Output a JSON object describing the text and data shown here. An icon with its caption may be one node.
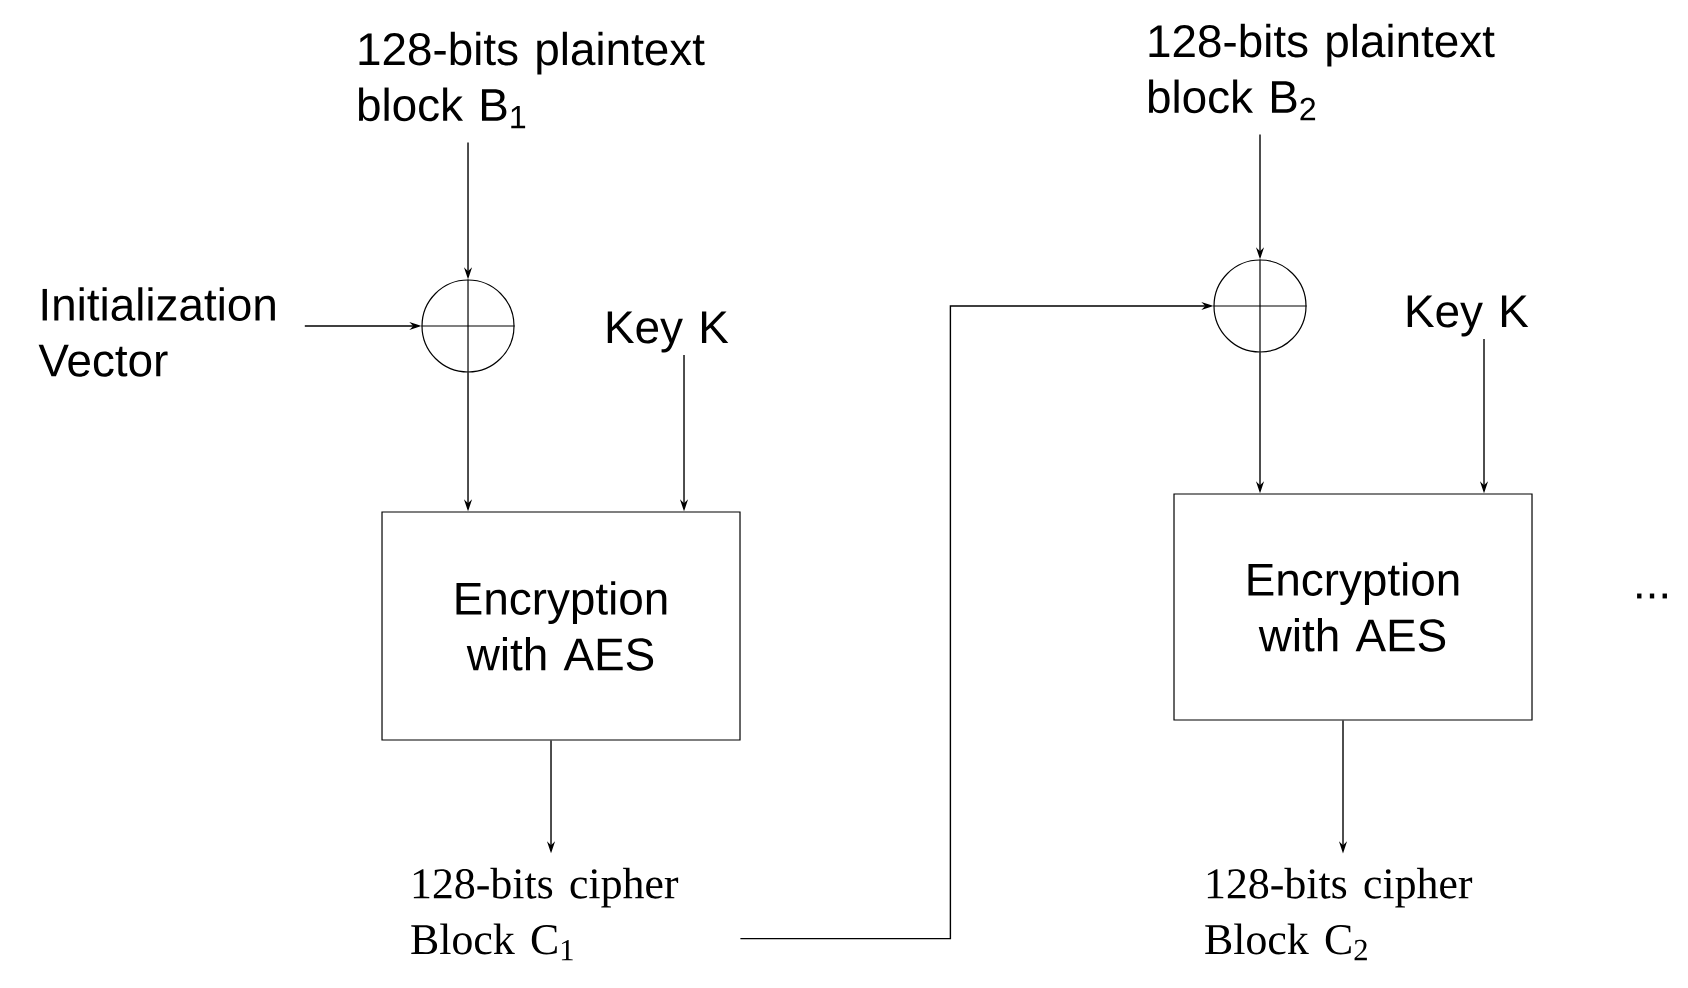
{
  "diagram": {
    "nodes": [
      {
        "text": [
          "128-bits plaintext block B$_{1}$"
        ]
      },
      {
        "text": [
          "Initialization Vector"
        ]
      },
      {
        "text": [],
        "shape": "circle"
      },
      {
        "text": [
          "Key K"
        ]
      },
      {
        "text": [
          "Encryption with AES"
        ]
      },
      {
        "text": [
          "128-bits cipher Block C$_{1}$"
        ]
      },
      {
        "text": [
          "128-bits plaintext block B$_{2}$"
        ]
      },
      {
        "text": [],
        "shape": "circle"
      },
      {
        "text": [
          "Key K"
        ]
      },
      {
        "text": [
          "Encryption with AES"
        ]
      },
      {
        "text": [
          "128-bits cipher Block C$_{2}$"
        ]
      }
    ],
    "edges": [
      {
        "from": 0,
        "to": 2,
        "arrow": "to"
      },
      {
        "from": 1,
        "to": 2,
        "arrow": "to"
      },
      {
        "from": 2,
        "to": 4,
        "arrow": "to"
      },
      {
        "from": 3,
        "to": 4,
        "arrow": "to"
      },
      {
        "from": 4,
        "to": 5,
        "arrow": "to"
      },
      {
        "from": 5,
        "to": 7,
        "arrow": "to"
      },
      {
        "from": 6,
        "to": 7,
        "arrow": "to"
      },
      {
        "from": 7,
        "to": 9,
        "arrow": "to"
      },
      {
        "from": 8,
        "to": 9,
        "arrow": "to"
      },
      {
        "from": 9,
        "to": 10,
        "arrow": "to"
      }
    ],
    "labels": [
      "..."
    ]
  }
}
